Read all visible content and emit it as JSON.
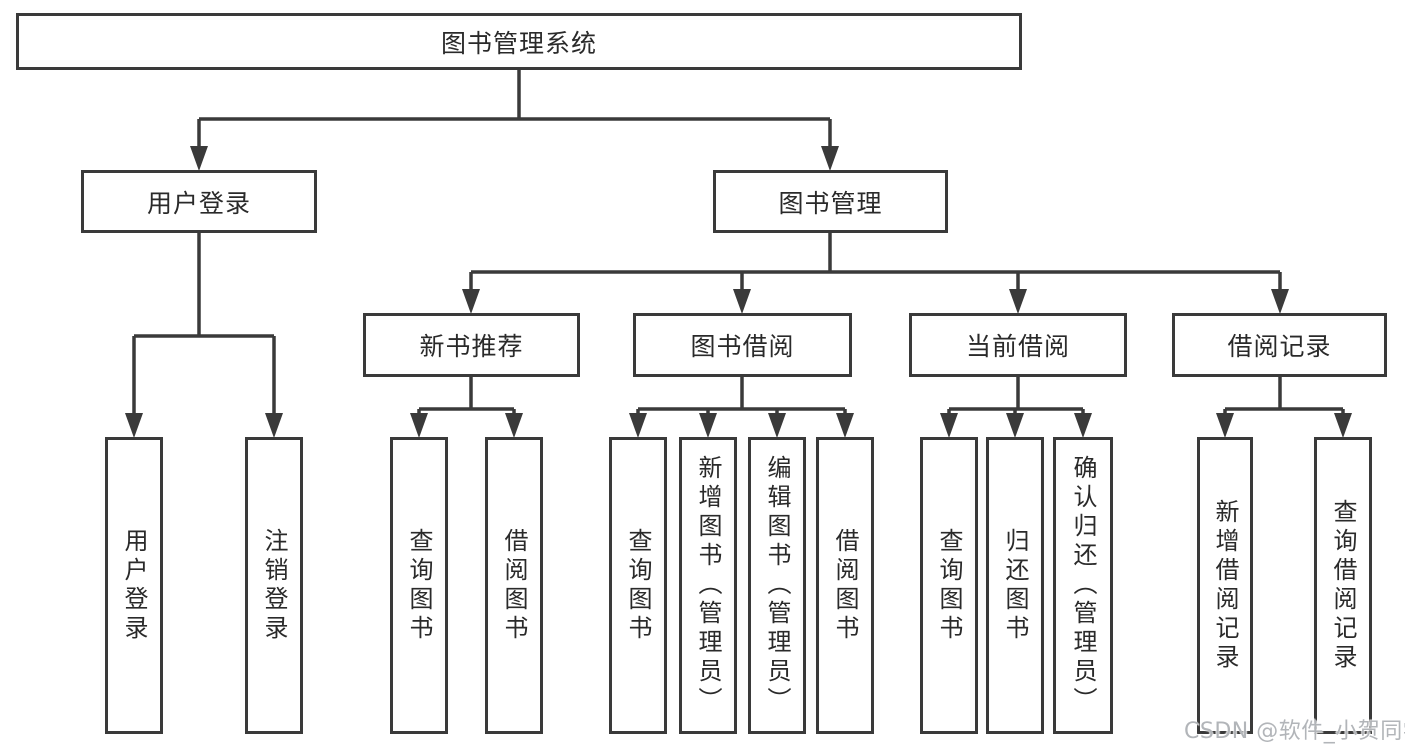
{
  "tree": {
    "label": "图书管理系统",
    "children": [
      {
        "label": "用户登录",
        "children": [
          "用户登录",
          "注销登录"
        ]
      },
      {
        "label": "图书管理",
        "children": [
          {
            "label": "新书推荐",
            "children": [
              "查询图书",
              "借阅图书"
            ]
          },
          {
            "label": "图书借阅",
            "children": [
              "查询图书",
              "新增图书（管理员）",
              "编辑图书（管理员）",
              "借阅图书"
            ]
          },
          {
            "label": "当前借阅",
            "children": [
              "查询图书",
              "归还图书",
              "确认归还（管理员）"
            ]
          },
          {
            "label": "借阅记录",
            "children": [
              "新增借阅记录",
              "查询借阅记录"
            ]
          }
        ]
      }
    ]
  },
  "watermark": {
    "text": "CSDN @软件_小贺同学"
  },
  "colors": {
    "line": "#3a3a3a",
    "box_border": "#3a3a3a",
    "box_fill": "#ffffff",
    "text": "#2a2a2a",
    "watermark": "#b2b5b9",
    "background": "#ffffff"
  }
}
